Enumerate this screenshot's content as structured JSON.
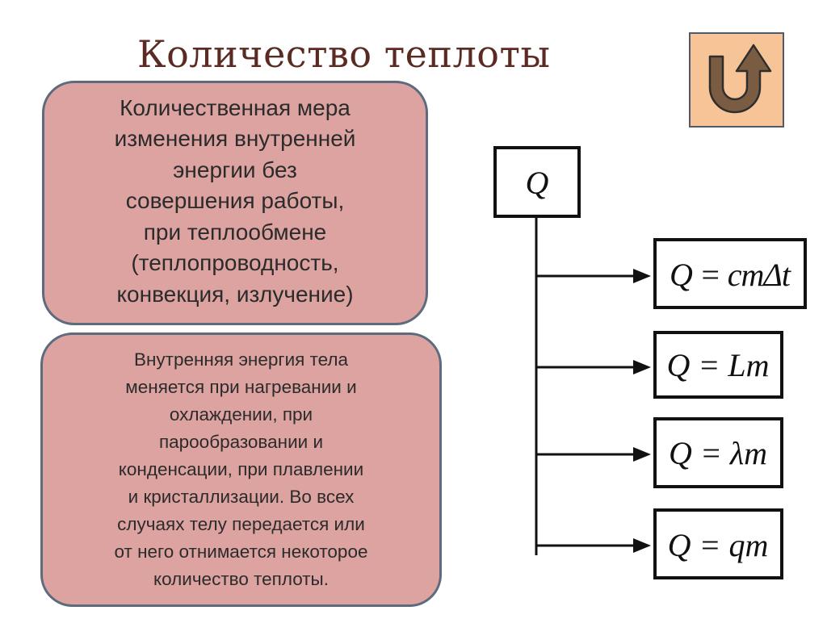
{
  "slide": {
    "title": "Количество теплоты",
    "box1_text": "Количественная мера\nизменения внутренней\nэнергии  без\nсовершения работы,\nпри теплообмене\n(теплопроводность,\nконвекция, излучение)",
    "box2_text": "Внутренняя энергия тела\nменяется при нагревании и\nохлаждении, при\nпарообразовании и\nконденсации, при плавлении\nи кристаллизации. Во всех\nслучаях телу передается или\nот него отнимается некоторое\nколичество теплоты."
  },
  "nav": {
    "return_icon": "u-turn-arrow-icon"
  },
  "diagram": {
    "root": "Q",
    "formulas": [
      "Q = cmΔt",
      "Q = Lm",
      "Q = λm",
      "Q = qm"
    ]
  },
  "colors": {
    "title": "#5b2a22",
    "box_fill": "#dca3a1",
    "box_border": "#5d6b7e",
    "button_fill": "#f6c496",
    "icon_fill": "#7a5c43"
  }
}
